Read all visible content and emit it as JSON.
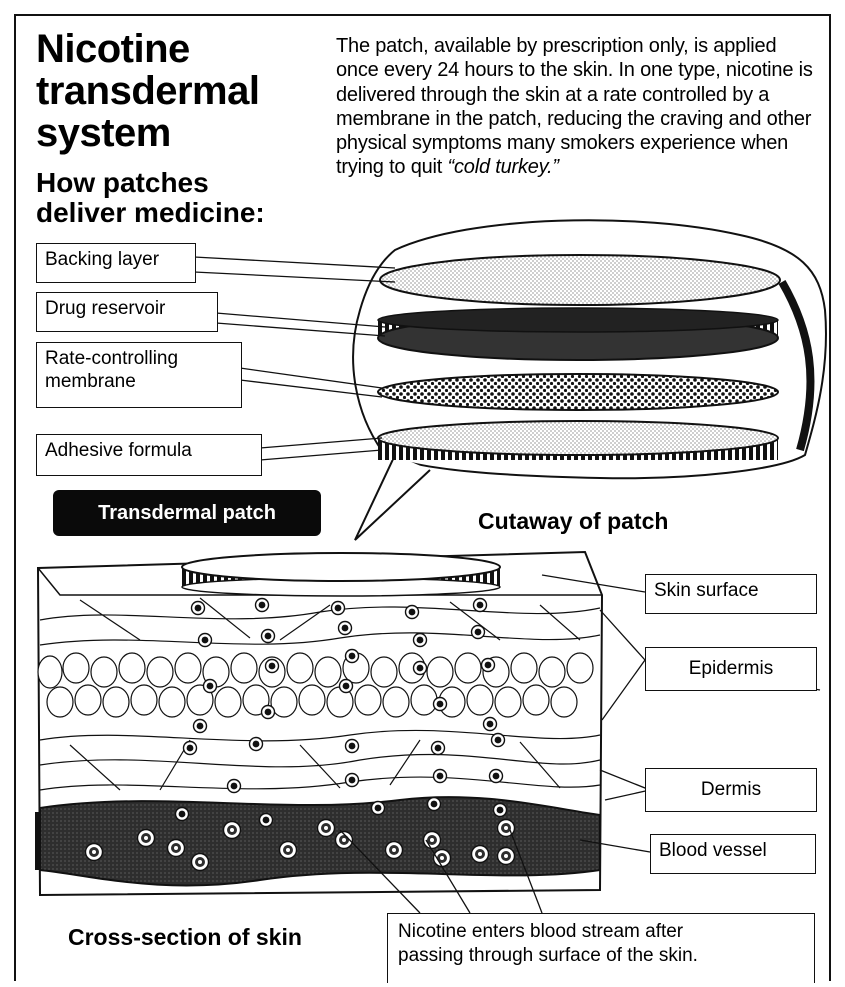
{
  "title": "Nicotine transdermal system",
  "title_lines": "Nicotine\ntransdermal\nsystem",
  "subtitle": "How patches\ndeliver medicine:",
  "intro_main": "The patch, available by prescription only, is applied once every 24 hours to the skin. In one type, nicotine is delivered through the skin at a rate controlled by a membrane in the patch, reducing the craving and other physical symptoms many smokers experience when trying to quit ",
  "intro_italic": "“cold turkey.”",
  "patch_layers": {
    "backing": "Backing layer",
    "reservoir": "Drug reservoir",
    "membrane_line1": "Rate-controlling",
    "membrane_line2": "membrane",
    "adhesive": "Adhesive formula"
  },
  "callout": "Transdermal patch",
  "cutaway_heading": "Cutaway of patch",
  "skin_layers": {
    "surface": "Skin surface",
    "epidermis": "Epidermis",
    "dermis": "Dermis",
    "blood_vessel": "Blood vessel"
  },
  "cross_section_heading": "Cross-section of skin",
  "note_line1": "Nicotine enters blood stream after",
  "note_line2": "passing through surface of the skin.",
  "colors": {
    "ink": "#111111",
    "paper": "#ffffff",
    "vessel": "#2e2e2e"
  }
}
